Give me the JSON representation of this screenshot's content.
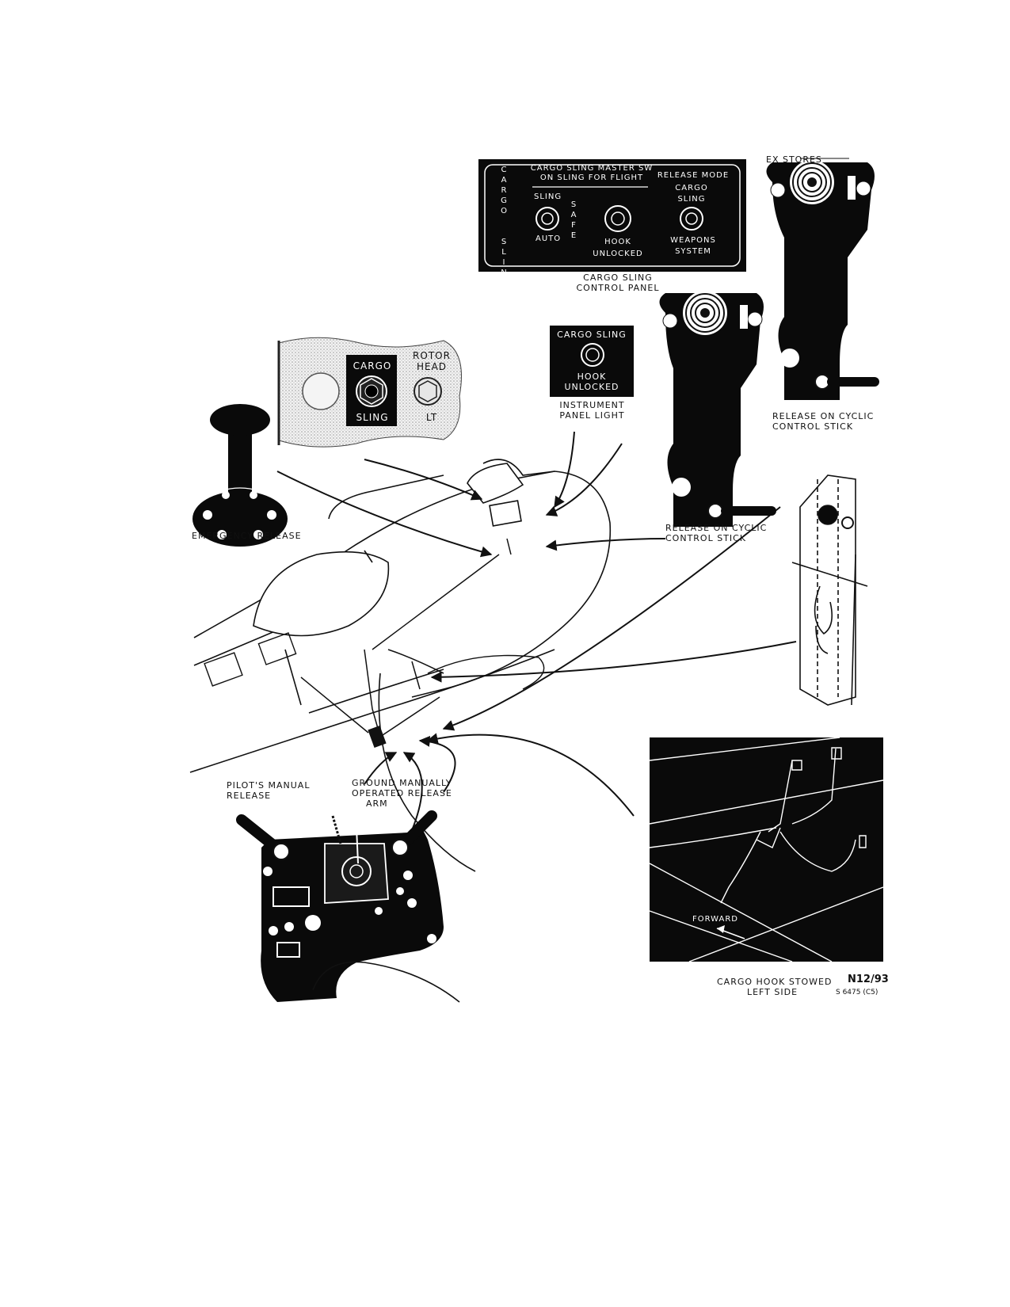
{
  "control_panel": {
    "side_label": "C A R G O   S L I N G",
    "master_sw_line1": "CARGO SLING MASTER SW",
    "master_sw_line2": "ON SLING FOR FLIGHT",
    "release_mode": "RELEASE MODE",
    "sling": "SLING",
    "auto": "AUTO",
    "safe": "S A F E",
    "hook_unlocked_line1": "HOOK",
    "hook_unlocked_line2": "UNLOCKED",
    "cargo_sling_line1": "CARGO",
    "cargo_sling_line2": "SLING",
    "weapons_line1": "WEAPONS",
    "weapons_line2": "SYSTEM",
    "caption_line1": "CARGO SLING",
    "caption_line2": "CONTROL PANEL"
  },
  "ex_stores": "EX STORES",
  "rotor_head_panel": {
    "cargo": "CARGO",
    "sling": "SLING",
    "rotor_line1": "ROTOR",
    "rotor_line2": "HEAD",
    "lt": "LT"
  },
  "instrument_light": {
    "title": "CARGO SLING",
    "hook": "HOOK",
    "unlocked": "UNLOCKED",
    "caption_line1": "INSTRUMENT",
    "caption_line2": "PANEL LIGHT"
  },
  "cyclic_right": {
    "line1": "RELEASE ON CYCLIC",
    "line2": "CONTROL STICK"
  },
  "cyclic_center": {
    "line1": "RELEASE ON CYCLIC",
    "line2": "CONTROL STICK"
  },
  "emergency_release": "EMERGENCY RELEASE",
  "pilot_manual_release": {
    "line1": "PILOT'S MANUAL",
    "line2": "RELEASE"
  },
  "ground_release": {
    "line1": "GROUND MANUALLY",
    "line2": "OPERATED RELEASE",
    "line3": "ARM"
  },
  "inset": {
    "forward": "FORWARD",
    "caption_line1": "CARGO HOOK STOWED",
    "caption_line2": "LEFT SIDE"
  },
  "figure_id": "N12/93",
  "figure_ref": "S 6475 (C5)"
}
